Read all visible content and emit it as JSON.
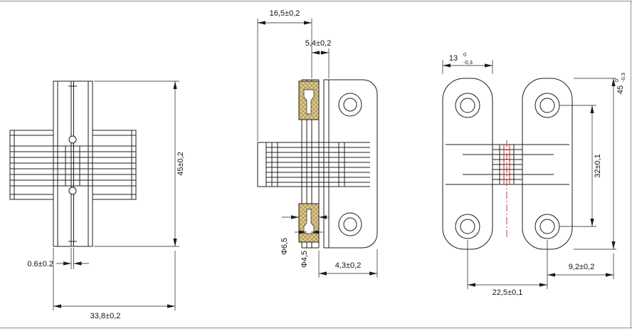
{
  "views": {
    "front": {
      "dims": {
        "center_gap": "0.6±0.2",
        "body_width": "33,8±0,2",
        "body_height": "45±0,2"
      }
    },
    "section": {
      "dims": {
        "leaf_width": "16,5±0,2",
        "leaf_thickness": "5,4±0,2",
        "insert_diameter": "Φ6,5",
        "hole_diameter": "Φ4,5",
        "edge_offset": "4,3±0,2"
      }
    },
    "assembled": {
      "dims": {
        "leaf_width": {
          "value": "13",
          "tol_upper": "0",
          "tol_lower": "-0,3"
        },
        "overall_height": {
          "value": "45",
          "tol_upper": "0",
          "tol_lower": "-0,3"
        },
        "hole_spacing_vertical": "32±0,1",
        "hole_edge_offset": "9,2±0,2",
        "hole_spacing_horizontal": "22,5±0,1"
      }
    }
  },
  "colors": {
    "line": "#1c1c1c",
    "centerline_red": "#cc2222",
    "hatch_fill": "#dfcb93",
    "hatch_stroke": "#a98f47",
    "background": "#ffffff",
    "frame": "#8f8f8f"
  }
}
